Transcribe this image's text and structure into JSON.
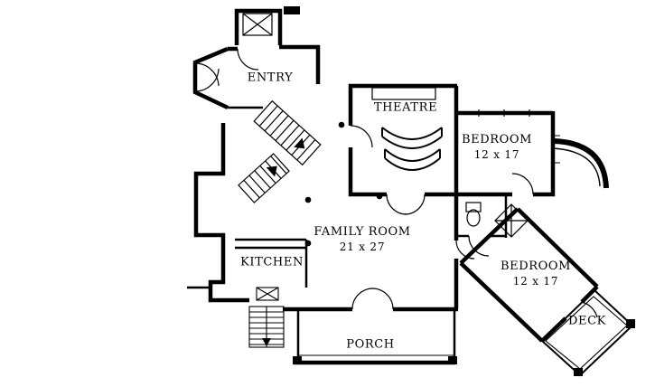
{
  "plan": {
    "rooms": [
      {
        "id": "entry",
        "label": "ENTRY",
        "dims": ""
      },
      {
        "id": "theatre",
        "label": "THEATRE",
        "dims": ""
      },
      {
        "id": "bedroom-upper",
        "label": "BEDROOM",
        "dims": "12 x 17"
      },
      {
        "id": "family-room",
        "label": "FAMILY ROOM",
        "dims": "21 x 27"
      },
      {
        "id": "kitchen",
        "label": "KITCHEN",
        "dims": ""
      },
      {
        "id": "bedroom-lower",
        "label": "BEDROOM",
        "dims": "12 x 17"
      },
      {
        "id": "deck",
        "label": "DECK",
        "dims": ""
      },
      {
        "id": "porch",
        "label": "PORCH",
        "dims": ""
      }
    ],
    "colors": {
      "wall": "#000000",
      "background": "#ffffff"
    }
  }
}
